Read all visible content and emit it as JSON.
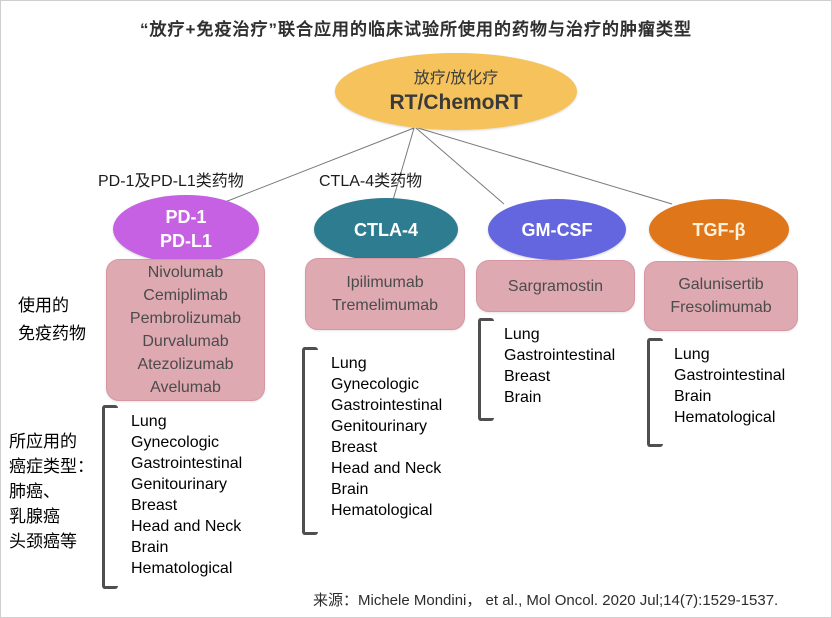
{
  "title": "“放疗+免疫治疗”联合应用的临床试验所使用的药物与治疗的肿瘤类型",
  "root": {
    "subtitle": "放疗/放化疗",
    "title": "RT/ChemoRT",
    "color": "#F5C25C"
  },
  "row_labels": {
    "drugs": [
      "使用的",
      "免疫药物"
    ],
    "cancers": [
      "所应用的",
      "癌症类型：",
      "肺癌、",
      "乳腺癌",
      "头颈癌等"
    ]
  },
  "branches": [
    {
      "group_label": "PD-1及PD-L1类药物",
      "node_lines": [
        "PD-1",
        "PD-L1"
      ],
      "color": "#C561E2",
      "drugs": [
        "Nivolumab",
        "Cemiplimab",
        "Pembrolizumab",
        "Durvalumab",
        "Atezolizumab",
        "Avelumab"
      ],
      "cancers": [
        "Lung",
        "Gynecologic",
        "Gastrointestinal",
        "Genitourinary",
        "Breast",
        "Head and Neck",
        "Brain",
        "Hematological"
      ]
    },
    {
      "group_label": "CTLA-4类药物",
      "node_lines": [
        "CTLA-4"
      ],
      "color": "#2E7C90",
      "drugs": [
        "Ipilimumab",
        "Tremelimumab"
      ],
      "cancers": [
        "Lung",
        "Gynecologic",
        "Gastrointestinal",
        "Genitourinary",
        "Breast",
        "Head and Neck",
        "Brain",
        "Hematological"
      ]
    },
    {
      "group_label": "",
      "node_lines": [
        "GM-CSF"
      ],
      "color": "#6366DE",
      "drugs": [
        "Sargramostin"
      ],
      "cancers": [
        "Lung",
        "Gastrointestinal",
        "Breast",
        "Brain"
      ]
    },
    {
      "group_label": "",
      "node_lines": [
        "TGF-β"
      ],
      "color": "#E0761A",
      "drugs": [
        "Galunisertib",
        "Fresolimumab"
      ],
      "cancers": [
        "Lung",
        "Gastrointestinal",
        "Brain",
        "Hematological"
      ]
    }
  ],
  "drug_box_color": "#DFA9B2",
  "source": "来源：Michele Mondini， et al., Mol Oncol. 2020 Jul;14(7):1529-1537."
}
